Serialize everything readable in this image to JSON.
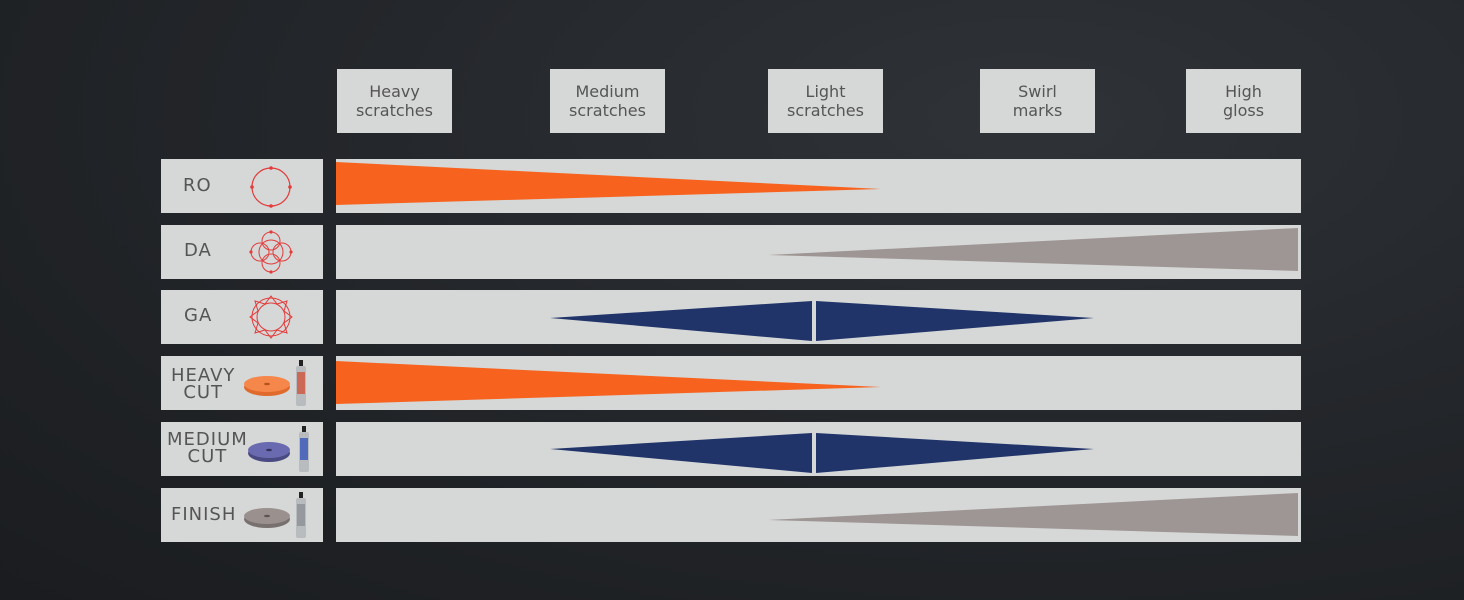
{
  "colors": {
    "orange": "#f7631f",
    "gray": "#9e9695",
    "navy": "#21346a",
    "panel": "#d6d8d7",
    "icon_red": "#e33a3a"
  },
  "columns": [
    {
      "label": "Heavy\nscratches"
    },
    {
      "label": "Medium\nscratches"
    },
    {
      "label": "Light\nscratches"
    },
    {
      "label": "Swirl\nmarks"
    },
    {
      "label": "High\ngloss"
    }
  ],
  "rows": [
    {
      "label": "RO",
      "icon": "circle-orbit-icon",
      "shape": "taper-left",
      "color_key": "orange"
    },
    {
      "label": "DA",
      "icon": "dual-action-orbit-icon",
      "shape": "taper-right",
      "color_key": "gray"
    },
    {
      "label": "GA",
      "icon": "gear-action-orbit-icon",
      "shape": "diamond-center",
      "color_key": "navy"
    },
    {
      "label": "HEAVY\nCUT",
      "icon": "orange-pad-bottle-icon",
      "shape": "taper-left",
      "color_key": "orange"
    },
    {
      "label": "MEDIUM\nCUT",
      "icon": "blue-pad-bottle-icon",
      "shape": "diamond-center",
      "color_key": "navy"
    },
    {
      "label": "FINISH",
      "icon": "gray-pad-bottle-icon",
      "shape": "taper-right",
      "color_key": "gray"
    }
  ]
}
